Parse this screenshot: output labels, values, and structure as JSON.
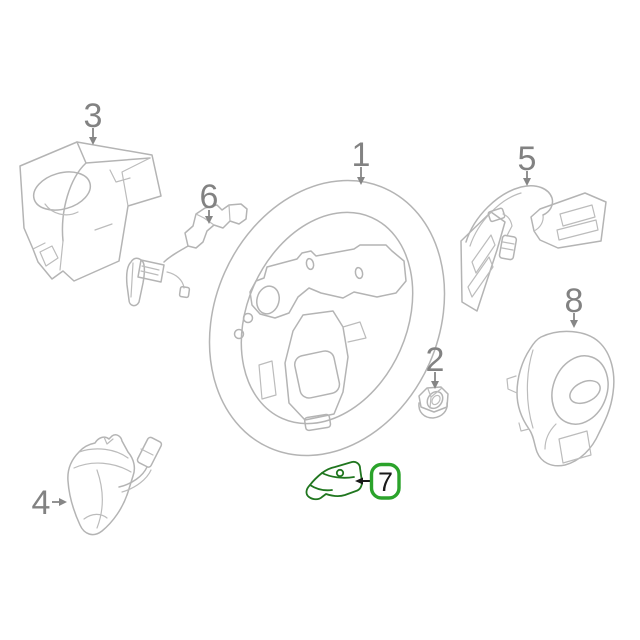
{
  "diagram": {
    "selected_part": "7",
    "colors": {
      "background": "#ffffff",
      "line_art": "#b4b4b4",
      "label_gray": "#828282",
      "highlight_fill": "#83c783",
      "highlight_stroke": "#20761f",
      "callout_border": "#2ba32b",
      "callout_text": "#1a1a1a",
      "callout_fill": "#ffffff"
    },
    "parts": [
      {
        "number": "1",
        "highlighted": false
      },
      {
        "number": "2",
        "highlighted": false
      },
      {
        "number": "3",
        "highlighted": false
      },
      {
        "number": "4",
        "highlighted": false
      },
      {
        "number": "5",
        "highlighted": false
      },
      {
        "number": "6",
        "highlighted": false
      },
      {
        "number": "7",
        "highlighted": true
      },
      {
        "number": "8",
        "highlighted": false
      }
    ]
  }
}
